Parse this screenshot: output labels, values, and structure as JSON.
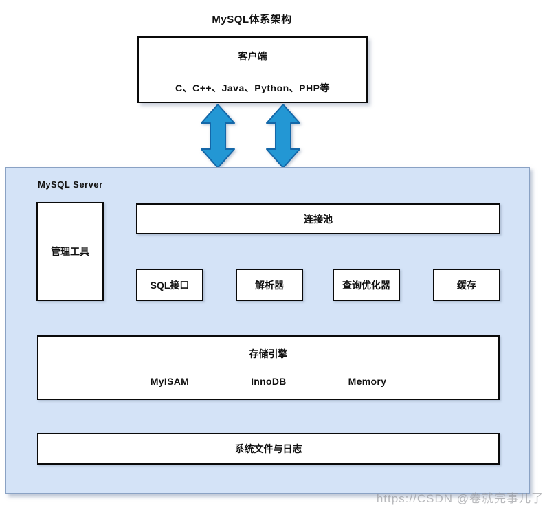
{
  "title": "MySQL体系架构",
  "client": {
    "title": "客户端",
    "subtitle": "C、C++、Java、Python、PHP等"
  },
  "arrows": {
    "type": "bidirectional-vertical",
    "count": 2,
    "fill": "#2397d4",
    "stroke": "#1467a8"
  },
  "server": {
    "label": "MySQL Server",
    "admin_tools": "管理工具",
    "connection_pool": "连接池",
    "components": [
      "SQL接口",
      "解析器",
      "查询优化器",
      "缓存"
    ],
    "storage_engine": {
      "title": "存储引擎",
      "engines": [
        "MyISAM",
        "InnoDB",
        "Memory"
      ]
    },
    "system_files": "系统文件与日志"
  },
  "watermark": "https://CSDN @卷就完事儿了",
  "colors": {
    "server_bg": "#d4e3f7",
    "server_border": "#8aa2c4",
    "node_border": "#0a0a0a",
    "arrow_fill": "#2397d4",
    "arrow_stroke": "#1467a8"
  }
}
